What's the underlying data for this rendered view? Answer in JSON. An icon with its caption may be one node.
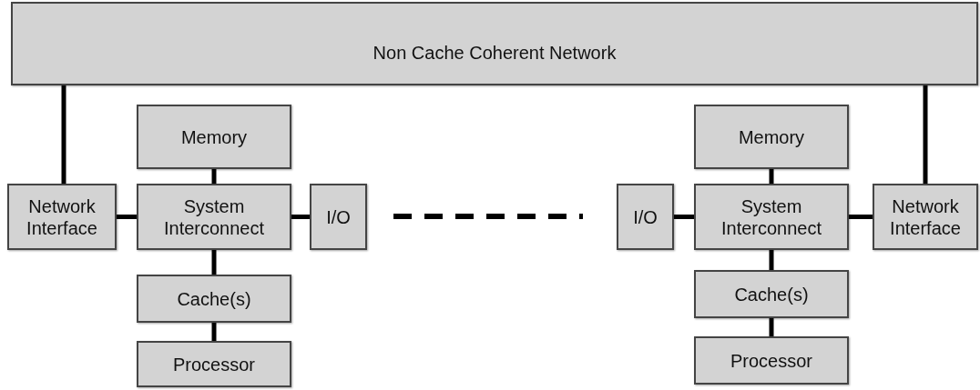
{
  "diagram": {
    "nodes": [
      {
        "text": [
          "Non Cache Coherent Network"
        ]
      },
      {
        "text": [
          "Network Interface"
        ]
      },
      {
        "text": [
          "Memory"
        ]
      },
      {
        "text": [
          "System Interconnect"
        ]
      },
      {
        "text": [
          "I/O"
        ]
      },
      {
        "text": [
          "Cache(s)"
        ]
      },
      {
        "text": [
          "Processor"
        ]
      },
      {
        "text": [
          "Memory"
        ]
      },
      {
        "text": [
          "I/O"
        ]
      },
      {
        "text": [
          "System Interconnect"
        ]
      },
      {
        "text": [
          "Network Interface"
        ]
      },
      {
        "text": [
          "Cache(s)"
        ]
      },
      {
        "text": [
          "Processor"
        ]
      }
    ],
    "edges": [
      {
        "from": 0,
        "to": 1,
        "arrow": "none"
      },
      {
        "from": 2,
        "to": 3,
        "arrow": "none"
      },
      {
        "from": 1,
        "to": 3,
        "arrow": "none"
      },
      {
        "from": 3,
        "to": 4,
        "arrow": "none"
      },
      {
        "from": 3,
        "to": 5,
        "arrow": "none"
      },
      {
        "from": 5,
        "to": 6,
        "arrow": "none"
      },
      {
        "from": 0,
        "to": 10,
        "arrow": "none"
      },
      {
        "from": 7,
        "to": 9,
        "arrow": "none"
      },
      {
        "from": 8,
        "to": 9,
        "arrow": "none"
      },
      {
        "from": 9,
        "to": 10,
        "arrow": "none"
      },
      {
        "from": 9,
        "to": 11,
        "arrow": "none"
      },
      {
        "from": 11,
        "to": 12,
        "arrow": "none"
      }
    ]
  }
}
